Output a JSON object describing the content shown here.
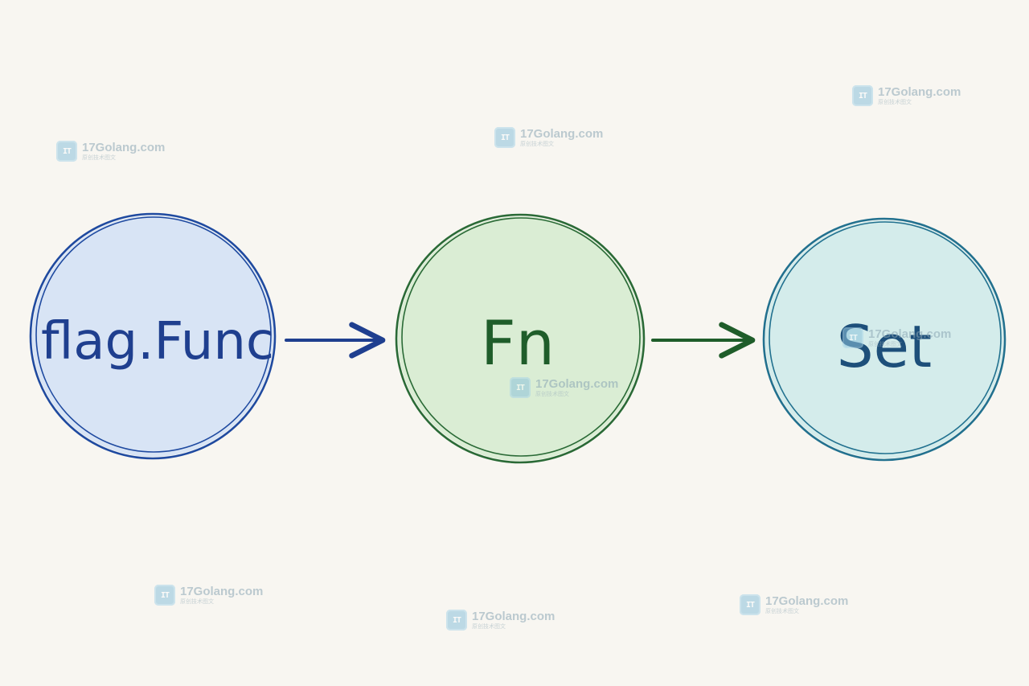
{
  "diagram": {
    "nodes": [
      {
        "id": "flag-func",
        "label": "flag.Func",
        "stroke": "#1f4aa0",
        "fill": "#d6e3f4",
        "text_color": "#1f3f8f"
      },
      {
        "id": "fn",
        "label": "Fn",
        "stroke": "#2a6a36",
        "fill": "#d8ecd2",
        "text_color": "#1f5d2a"
      },
      {
        "id": "set",
        "label": "Set",
        "stroke": "#22718f",
        "fill": "#d2ebea",
        "text_color": "#1d4f7a"
      }
    ],
    "edges": [
      {
        "from": "flag-func",
        "to": "fn",
        "color": "#1f3f8f"
      },
      {
        "from": "fn",
        "to": "set",
        "color": "#1f5d2a"
      }
    ]
  },
  "watermark": {
    "logo_text": "IT",
    "domain": "17Golang.com",
    "subtitle": "原创技术图文"
  }
}
